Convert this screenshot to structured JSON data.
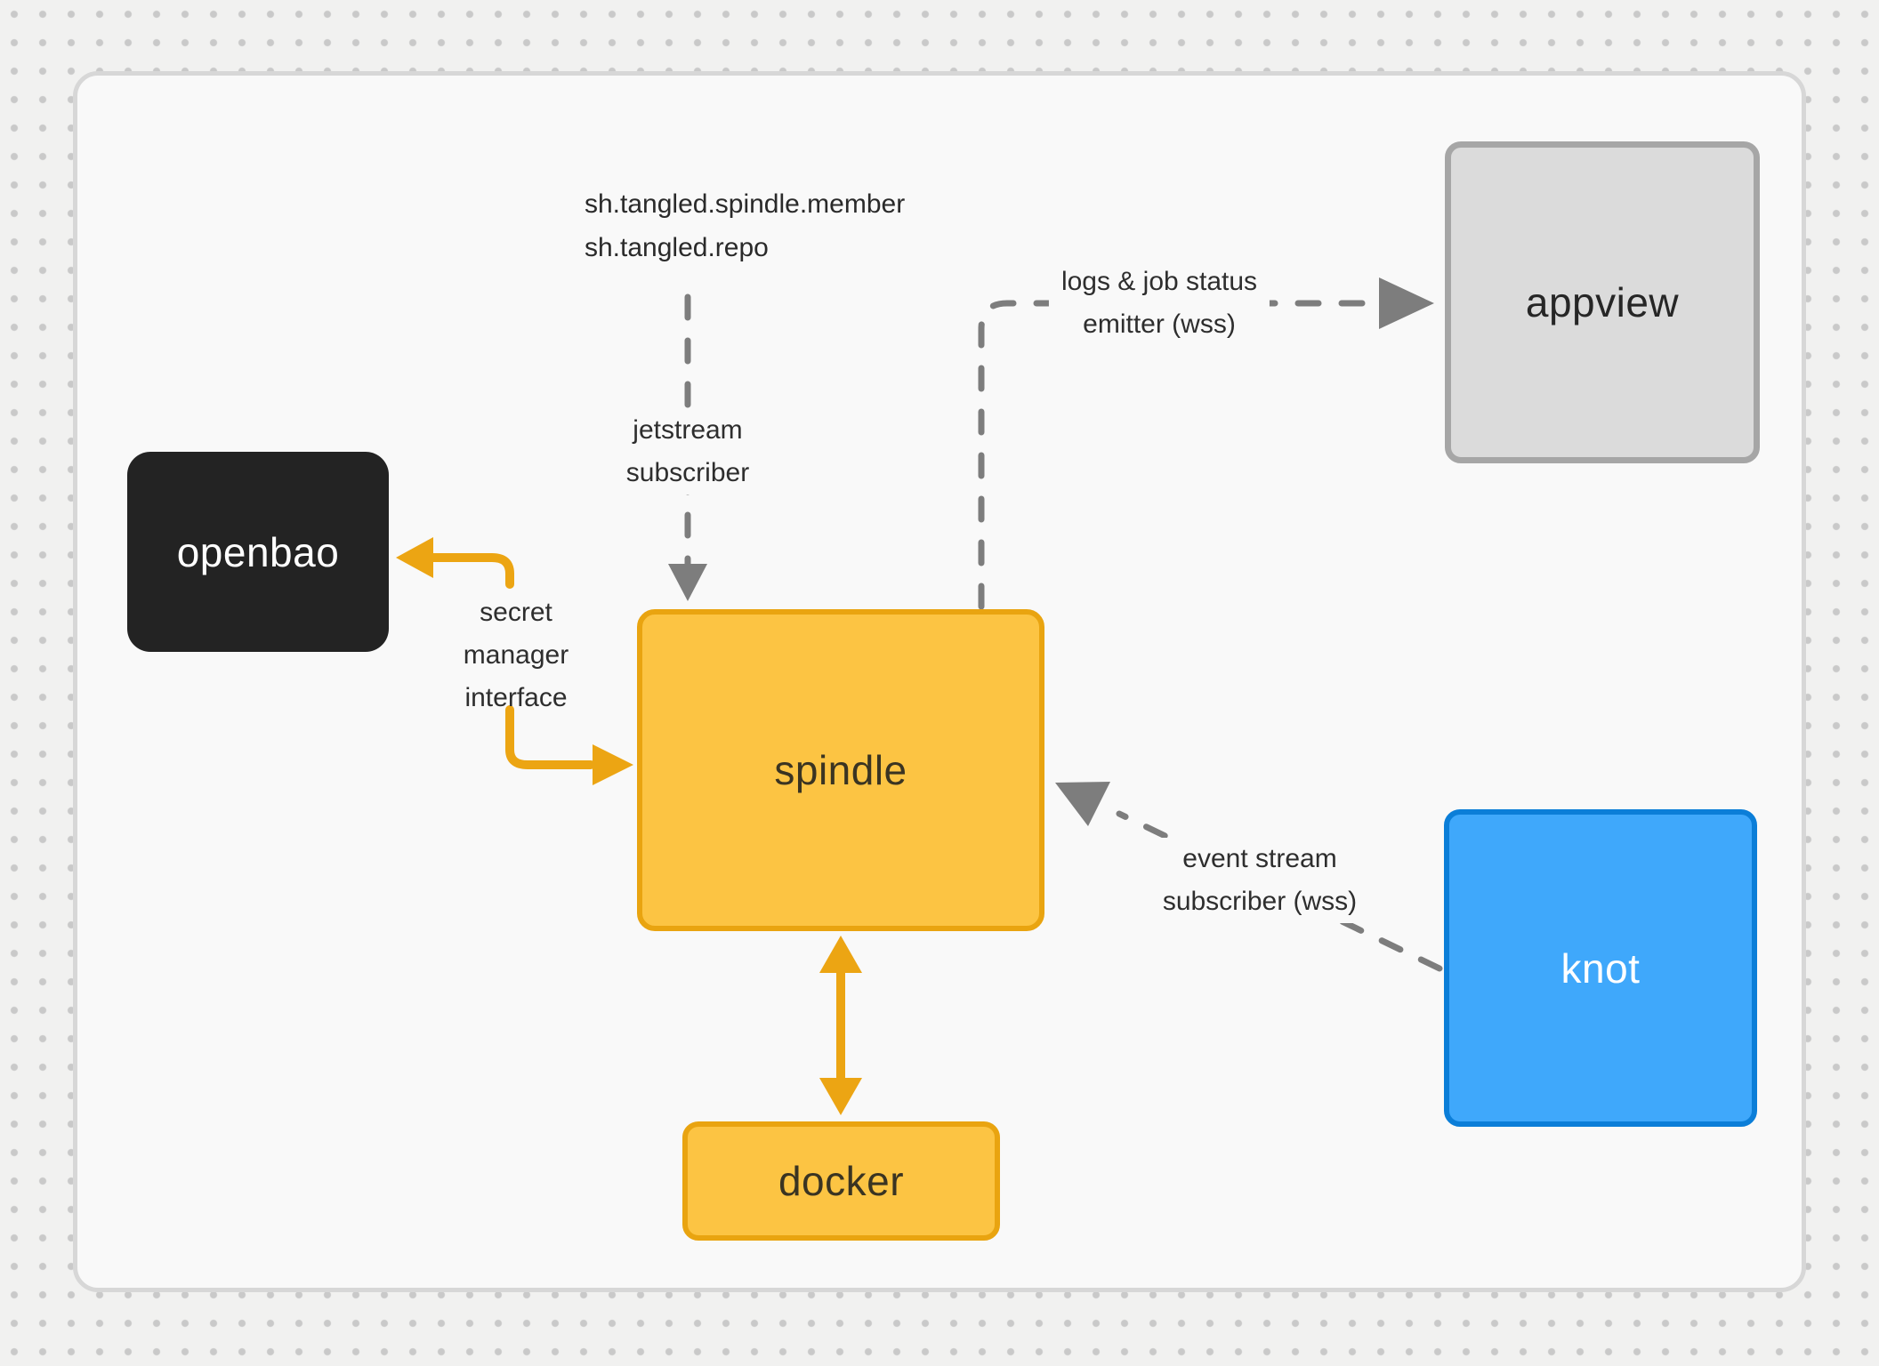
{
  "diagram": {
    "nodes": {
      "openbao": {
        "label": "openbao",
        "fill": "#232323",
        "text_color": "#ffffff"
      },
      "spindle": {
        "label": "spindle",
        "fill": "#fcc443",
        "border": "#e9a410",
        "text_color": "#3a3422"
      },
      "docker": {
        "label": "docker",
        "fill": "#fcc443",
        "border": "#e9a410",
        "text_color": "#3a3422"
      },
      "appview": {
        "label": "appview",
        "fill": "#dbdbdb",
        "border": "#a6a6a6",
        "text_color": "#262626"
      },
      "knot": {
        "label": "knot",
        "fill": "#3fa8fb",
        "border": "#0b7ed8",
        "text_color": "#ffffff"
      }
    },
    "edges": {
      "jetstream": {
        "collections": {
          "line1": "sh.tangled.spindle.member",
          "line2": "sh.tangled.repo"
        },
        "label": {
          "line1": "jetstream",
          "line2": "subscriber"
        }
      },
      "logs_emitter": {
        "label": {
          "line1": "logs & job status",
          "line2": "emitter (wss)"
        }
      },
      "event_stream": {
        "label": {
          "line1": "event stream",
          "line2": "subscriber (wss)"
        }
      },
      "secret_manager": {
        "label": {
          "line1": "secret",
          "line2": "manager",
          "line3": "interface"
        }
      }
    },
    "colors": {
      "page_bg": "#f1f1f0",
      "dot": "#c9c9c9",
      "card_bg": "#f9f9f9",
      "card_border": "#d7d7d7",
      "edge_gray": "#7d7d7d",
      "edge_orange": "#eca513",
      "label_text": "#2e2e2e"
    }
  }
}
